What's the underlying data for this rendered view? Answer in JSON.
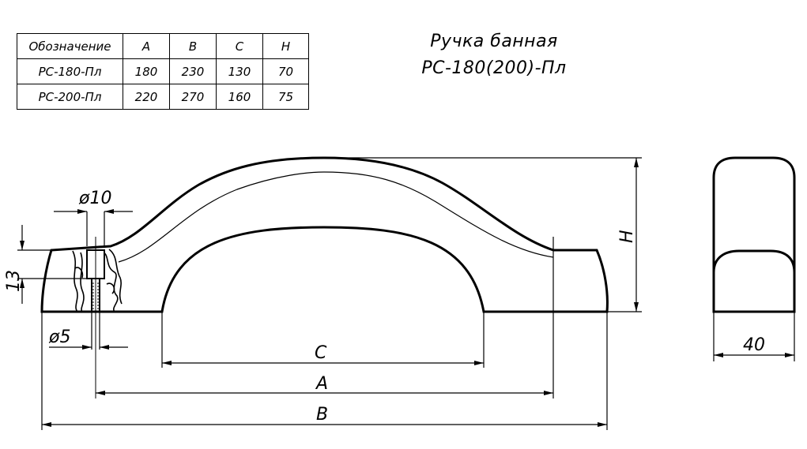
{
  "title": {
    "line1": "Ручка банная",
    "line2": "РС-180(200)-Пл"
  },
  "table": {
    "headers": [
      "Обозначение",
      "A",
      "B",
      "C",
      "H"
    ],
    "rows": [
      [
        "РС-180-Пл",
        "180",
        "230",
        "130",
        "70"
      ],
      [
        "РС-200-Пл",
        "220",
        "270",
        "160",
        "75"
      ]
    ]
  },
  "dimensions": {
    "hole_large": "ø10",
    "hole_small": "ø5",
    "depth": "13",
    "height": "H",
    "inner": "C",
    "mount": "A",
    "overall": "B",
    "width": "40"
  }
}
